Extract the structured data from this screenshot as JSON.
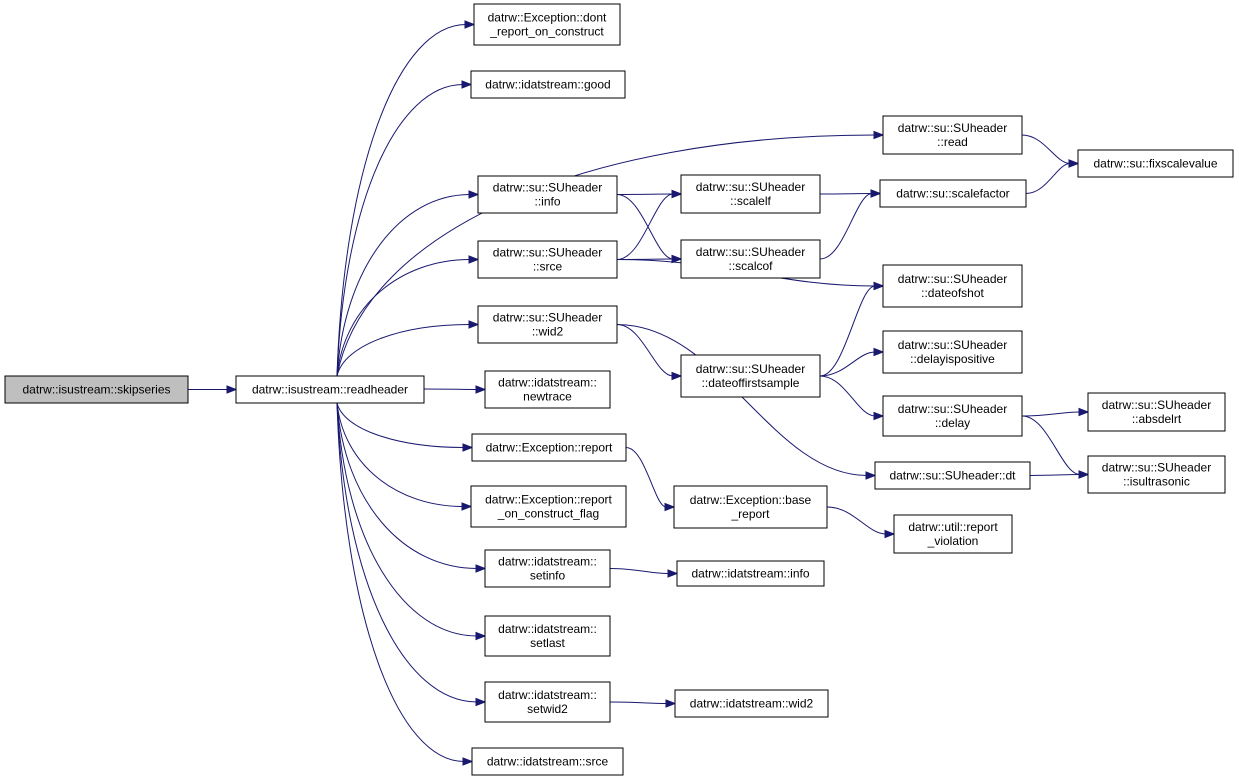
{
  "graph": {
    "nodes": [
      {
        "id": "skipseries",
        "lines": [
          "datrw::isustream::skipseries"
        ],
        "root": true
      },
      {
        "id": "readheader",
        "lines": [
          "datrw::isustream::readheader"
        ]
      },
      {
        "id": "dont_report",
        "lines": [
          "datrw::Exception::dont",
          "_report_on_construct"
        ]
      },
      {
        "id": "good",
        "lines": [
          "datrw::idatstream::good"
        ]
      },
      {
        "id": "su_info",
        "lines": [
          "datrw::su::SUheader",
          "::info"
        ]
      },
      {
        "id": "su_srce",
        "lines": [
          "datrw::su::SUheader",
          "::srce"
        ]
      },
      {
        "id": "su_wid2",
        "lines": [
          "datrw::su::SUheader",
          "::wid2"
        ]
      },
      {
        "id": "newtrace",
        "lines": [
          "datrw::idatstream::",
          "newtrace"
        ]
      },
      {
        "id": "exc_report",
        "lines": [
          "datrw::Exception::report"
        ]
      },
      {
        "id": "report_flag",
        "lines": [
          "datrw::Exception::report",
          "_on_construct_flag"
        ]
      },
      {
        "id": "setinfo",
        "lines": [
          "datrw::idatstream::",
          "setinfo"
        ]
      },
      {
        "id": "setlast",
        "lines": [
          "datrw::idatstream::",
          "setlast"
        ]
      },
      {
        "id": "setwid2",
        "lines": [
          "datrw::idatstream::",
          "setwid2"
        ]
      },
      {
        "id": "ids_srce",
        "lines": [
          "datrw::idatstream::srce"
        ]
      },
      {
        "id": "su_read",
        "lines": [
          "datrw::su::SUheader",
          "::read"
        ]
      },
      {
        "id": "scalelf",
        "lines": [
          "datrw::su::SUheader",
          "::scalelf"
        ]
      },
      {
        "id": "scalcof",
        "lines": [
          "datrw::su::SUheader",
          "::scalcof"
        ]
      },
      {
        "id": "dateoffirstsample",
        "lines": [
          "datrw::su::SUheader",
          "::dateoffirstsample"
        ]
      },
      {
        "id": "base_report",
        "lines": [
          "datrw::Exception::base",
          "_report"
        ]
      },
      {
        "id": "ids_info",
        "lines": [
          "datrw::idatstream::info"
        ]
      },
      {
        "id": "ids_wid2",
        "lines": [
          "datrw::idatstream::wid2"
        ]
      },
      {
        "id": "scalefactor",
        "lines": [
          "datrw::su::scalefactor"
        ]
      },
      {
        "id": "dateofshot",
        "lines": [
          "datrw::su::SUheader",
          "::dateofshot"
        ]
      },
      {
        "id": "delayispositive",
        "lines": [
          "datrw::su::SUheader",
          "::delayispositive"
        ]
      },
      {
        "id": "delay",
        "lines": [
          "datrw::su::SUheader",
          "::delay"
        ]
      },
      {
        "id": "su_dt",
        "lines": [
          "datrw::su::SUheader::dt"
        ]
      },
      {
        "id": "report_violation",
        "lines": [
          "datrw::util::report",
          "_violation"
        ]
      },
      {
        "id": "fixscalevalue",
        "lines": [
          "datrw::su::fixscalevalue"
        ]
      },
      {
        "id": "absdelrt",
        "lines": [
          "datrw::su::SUheader",
          "::absdelrt"
        ]
      },
      {
        "id": "isultrasonic",
        "lines": [
          "datrw::su::SUheader",
          "::isultrasonic"
        ]
      }
    ],
    "edges": [
      [
        "skipseries",
        "readheader"
      ],
      [
        "readheader",
        "dont_report"
      ],
      [
        "readheader",
        "good"
      ],
      [
        "readheader",
        "su_read"
      ],
      [
        "readheader",
        "su_info"
      ],
      [
        "readheader",
        "su_srce"
      ],
      [
        "readheader",
        "su_wid2"
      ],
      [
        "readheader",
        "newtrace"
      ],
      [
        "readheader",
        "exc_report"
      ],
      [
        "readheader",
        "report_flag"
      ],
      [
        "readheader",
        "setinfo"
      ],
      [
        "readheader",
        "setlast"
      ],
      [
        "readheader",
        "setwid2"
      ],
      [
        "readheader",
        "ids_srce"
      ],
      [
        "su_read",
        "fixscalevalue"
      ],
      [
        "su_info",
        "scalelf"
      ],
      [
        "su_info",
        "scalcof"
      ],
      [
        "su_srce",
        "scalelf"
      ],
      [
        "su_srce",
        "scalcof"
      ],
      [
        "su_srce",
        "dateofshot"
      ],
      [
        "scalelf",
        "scalefactor"
      ],
      [
        "scalcof",
        "scalefactor"
      ],
      [
        "scalefactor",
        "fixscalevalue"
      ],
      [
        "su_wid2",
        "dateoffirstsample"
      ],
      [
        "su_wid2",
        "su_dt"
      ],
      [
        "dateoffirstsample",
        "dateofshot"
      ],
      [
        "dateoffirstsample",
        "delayispositive"
      ],
      [
        "dateoffirstsample",
        "delay"
      ],
      [
        "delay",
        "absdelrt"
      ],
      [
        "delay",
        "isultrasonic"
      ],
      [
        "su_dt",
        "isultrasonic"
      ],
      [
        "exc_report",
        "base_report"
      ],
      [
        "base_report",
        "report_violation"
      ],
      [
        "setinfo",
        "ids_info"
      ],
      [
        "setwid2",
        "ids_wid2"
      ]
    ]
  }
}
